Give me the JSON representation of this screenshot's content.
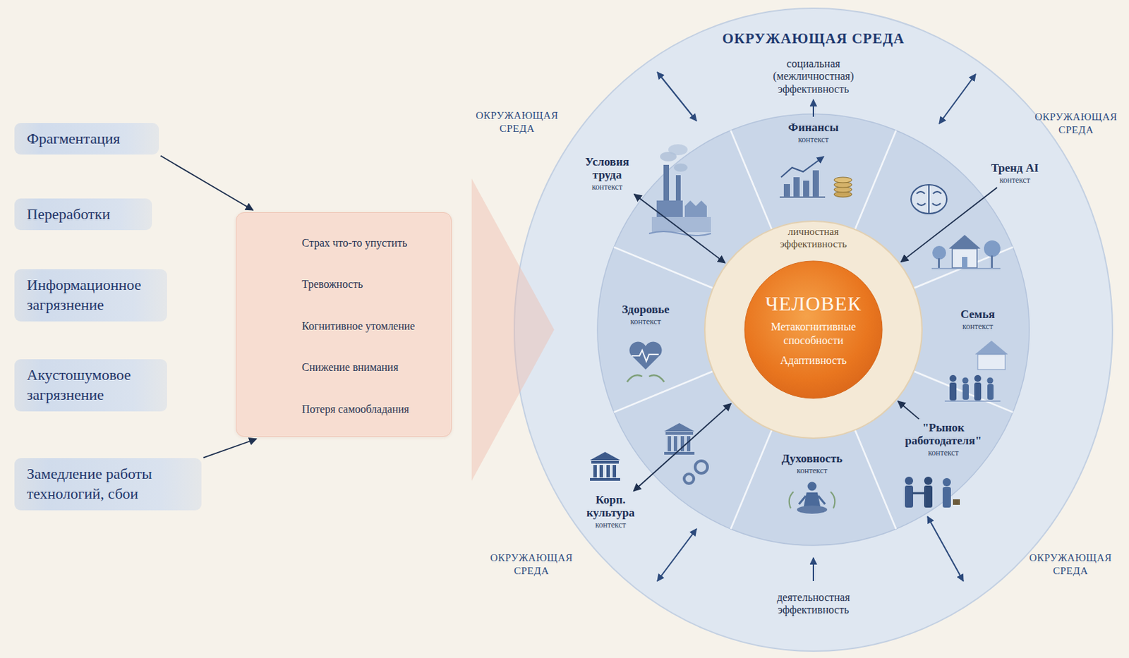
{
  "diagram": {
    "nodes": [
      {
        "text": [
          "Фрагментация"
        ]
      },
      {
        "text": [
          "Переработки"
        ]
      },
      {
        "text": [
          "Информационное загрязнение"
        ]
      },
      {
        "text": [
          "Акустошумовое загрязнение"
        ]
      },
      {
        "text": [
          "Замедление работы технологий, сбои"
        ]
      },
      {
        "text": [
          "Страх что-то упустить",
          "Тревожность",
          "Когнитивное утомление",
          "Снижение внимания",
          "Потеря самообладания"
        ]
      },
      {
        "text": [
          "ОКРУЖАЮЩАЯ СРЕДА",
          "социальная (межличностная) эффективность",
          "деятельностная эффективность"
        ]
      },
      {
        "text": [
          "Условия труда",
          "контекст"
        ],
        "in": 6
      },
      {
        "text": [
          "Финансы",
          "контекст"
        ],
        "in": 6
      },
      {
        "text": [
          "Тренд AI",
          "контекст"
        ],
        "in": 6
      },
      {
        "text": [
          "Семья",
          "контекст"
        ],
        "in": 6
      },
      {
        "text": [
          "\"Рынок работодателя\"",
          "контекст"
        ],
        "in": 6
      },
      {
        "text": [
          "Духовность",
          "контекст"
        ],
        "in": 6
      },
      {
        "text": [
          "Корп. культура",
          "контекст"
        ],
        "in": 6
      },
      {
        "text": [
          "Здоровье",
          "контекст"
        ],
        "in": 6
      },
      {
        "text": [
          "личностная эффективность"
        ],
        "in": 6
      },
      {
        "text": [
          "ЧЕЛОВЕК",
          "Метакогнитивные способности",
          "Адаптивность"
        ],
        "in": 15
      }
    ],
    "edges": [
      {
        "from": 0,
        "to": 5,
        "arrow": "to"
      },
      {
        "from": 4,
        "to": 5,
        "arrow": "to"
      },
      {
        "from": 5,
        "to": 6,
        "arrow": "to"
      },
      {
        "from": 9,
        "to": 15,
        "arrow": "to"
      },
      {
        "from": 11,
        "to": 15,
        "arrow": "to"
      },
      {
        "from": 7,
        "to": 15,
        "arrow": "both"
      },
      {
        "from": 13,
        "to": 15,
        "arrow": "both"
      }
    ],
    "labels": [
      "ОКРУЖАЮЩАЯ СРЕДА",
      "ОКРУЖАЮЩАЯ СРЕДА",
      "ОКРУЖАЮЩАЯ СРЕДА",
      "ОКРУЖАЮЩАЯ СРЕДА"
    ]
  }
}
